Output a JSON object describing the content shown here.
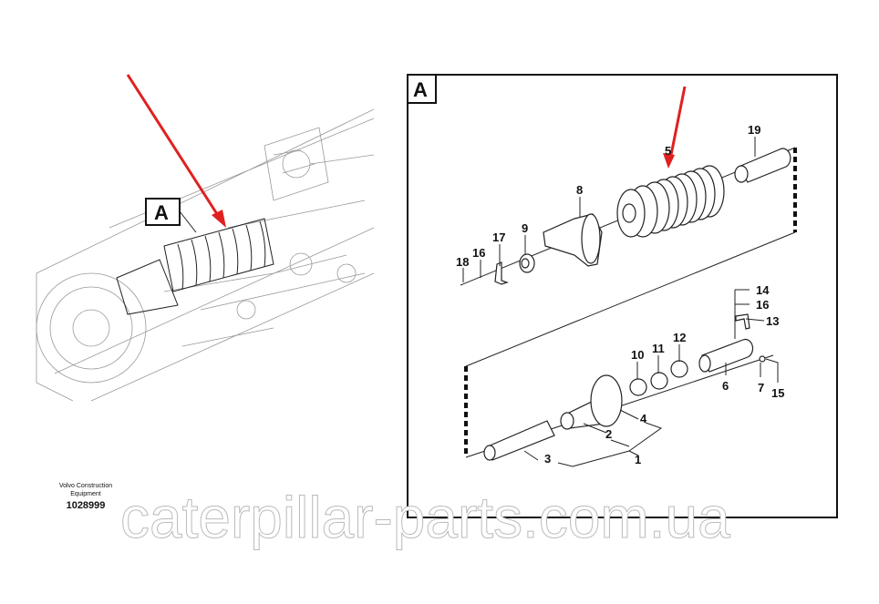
{
  "labels": {
    "view_label_overview": "A",
    "view_label_detail": "A",
    "callouts": {
      "n19": "19",
      "n8": "8",
      "n9": "9",
      "n17": "17",
      "n16a": "16",
      "n18": "18",
      "n5": "5",
      "n14": "14",
      "n16b": "16",
      "n13": "13",
      "n12": "12",
      "n11": "11",
      "n10": "10",
      "n6": "6",
      "n7": "7",
      "n15": "15",
      "n4": "4",
      "n2": "2",
      "n1": "1",
      "n3": "3"
    }
  },
  "caption": {
    "line1": "Volvo Construction",
    "line2": "Equipment",
    "part_number": "1028999"
  },
  "watermark": "caterpillar-parts.com.ua",
  "colors": {
    "arrow": "#e02020",
    "line": "#222222"
  }
}
